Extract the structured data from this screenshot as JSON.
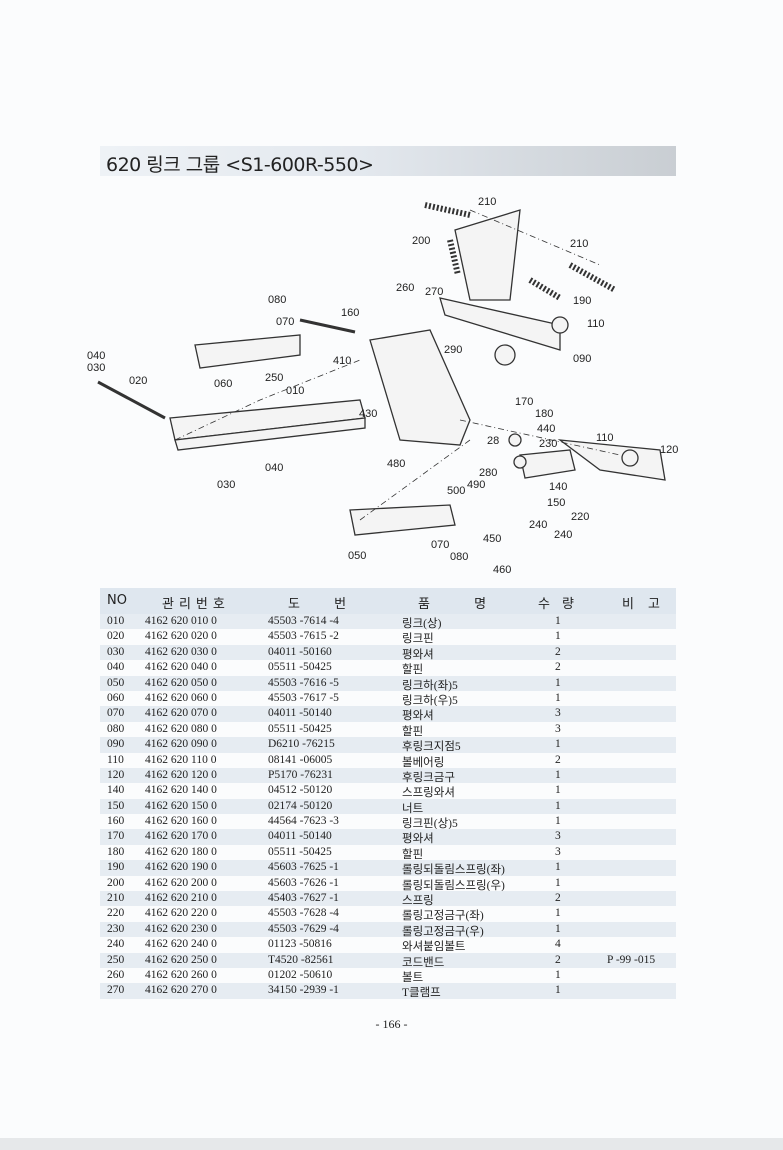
{
  "title": "620  링크 그룹 <S1-600R-550>",
  "diagram_labels": [
    "210",
    "200",
    "210",
    "260",
    "270",
    "190",
    "080",
    "160",
    "070",
    "110",
    "040",
    "030",
    "020",
    "410",
    "290",
    "090",
    "060",
    "250",
    "010",
    "430",
    "170",
    "180",
    "440",
    "28",
    "230",
    "110",
    "120",
    "480",
    "280",
    "030",
    "040",
    "500",
    "490",
    "140",
    "150",
    "220",
    "240",
    "070",
    "450",
    "240",
    "050",
    "080",
    "460"
  ],
  "table": {
    "headers": [
      "NO",
      "관리번호",
      "도 번",
      "품 명",
      "수량",
      "비고"
    ],
    "rows": [
      [
        "010",
        "4162  620  010  0",
        "45503 -7614 -4",
        "링크(상)",
        "1",
        ""
      ],
      [
        "020",
        "4162  620  020  0",
        "45503 -7615 -2",
        "링크핀",
        "1",
        ""
      ],
      [
        "030",
        "4162  620  030  0",
        "04011 -50160",
        "평와셔",
        "2",
        ""
      ],
      [
        "040",
        "4162  620  040  0",
        "05511 -50425",
        "할핀",
        "2",
        ""
      ],
      [
        "050",
        "4162  620  050  0",
        "45503 -7616 -5",
        "링크하(좌)5",
        "1",
        ""
      ],
      [
        "060",
        "4162  620  060  0",
        "45503 -7617 -5",
        "링크하(우)5",
        "1",
        ""
      ],
      [
        "070",
        "4162  620  070  0",
        "04011 -50140",
        "평와셔",
        "3",
        ""
      ],
      [
        "080",
        "4162  620  080  0",
        "05511 -50425",
        "할핀",
        "3",
        ""
      ],
      [
        "090",
        "4162  620  090  0",
        "D6210 -76215",
        "후링크지점5",
        "1",
        ""
      ],
      [
        "110",
        "4162  620  110  0",
        "08141 -06005",
        "볼베어링",
        "2",
        ""
      ],
      [
        "120",
        "4162  620  120  0",
        "P5170 -76231",
        "후링크금구",
        "1",
        ""
      ],
      [
        "140",
        "4162  620  140  0",
        "04512 -50120",
        "스프링와셔",
        "1",
        ""
      ],
      [
        "150",
        "4162  620  150  0",
        "02174 -50120",
        "너트",
        "1",
        ""
      ],
      [
        "160",
        "4162  620  160  0",
        "44564 -7623 -3",
        "링크핀(상)5",
        "1",
        ""
      ],
      [
        "170",
        "4162  620  170  0",
        "04011 -50140",
        "평와셔",
        "3",
        ""
      ],
      [
        "180",
        "4162  620  180  0",
        "05511 -50425",
        "할핀",
        "3",
        ""
      ],
      [
        "190",
        "4162  620  190  0",
        "45603 -7625 -1",
        "롤링되돌림스프링(좌)",
        "1",
        ""
      ],
      [
        "200",
        "4162  620  200  0",
        "45603 -7626 -1",
        "롤링되돌림스프링(우)",
        "1",
        ""
      ],
      [
        "210",
        "4162  620  210  0",
        "45403 -7627 -1",
        "스프링",
        "2",
        ""
      ],
      [
        "220",
        "4162  620  220  0",
        "45503 -7628 -4",
        "롤링고정금구(좌)",
        "1",
        ""
      ],
      [
        "230",
        "4162  620  230  0",
        "45503 -7629 -4",
        "롤링고정금구(우)",
        "1",
        ""
      ],
      [
        "240",
        "4162  620  240  0",
        "01123 -50816",
        "와셔붙임볼트",
        "4",
        ""
      ],
      [
        "250",
        "4162  620  250  0",
        "T4520 -82561",
        "코드밴드",
        "2",
        "P -99 -015"
      ],
      [
        "260",
        "4162  620  260  0",
        "01202 -50610",
        "볼트",
        "1",
        ""
      ],
      [
        "270",
        "4162  620  270  0",
        "34150 -2939 -1",
        "T클램프",
        "1",
        ""
      ]
    ]
  },
  "page_number": "- 166 -"
}
